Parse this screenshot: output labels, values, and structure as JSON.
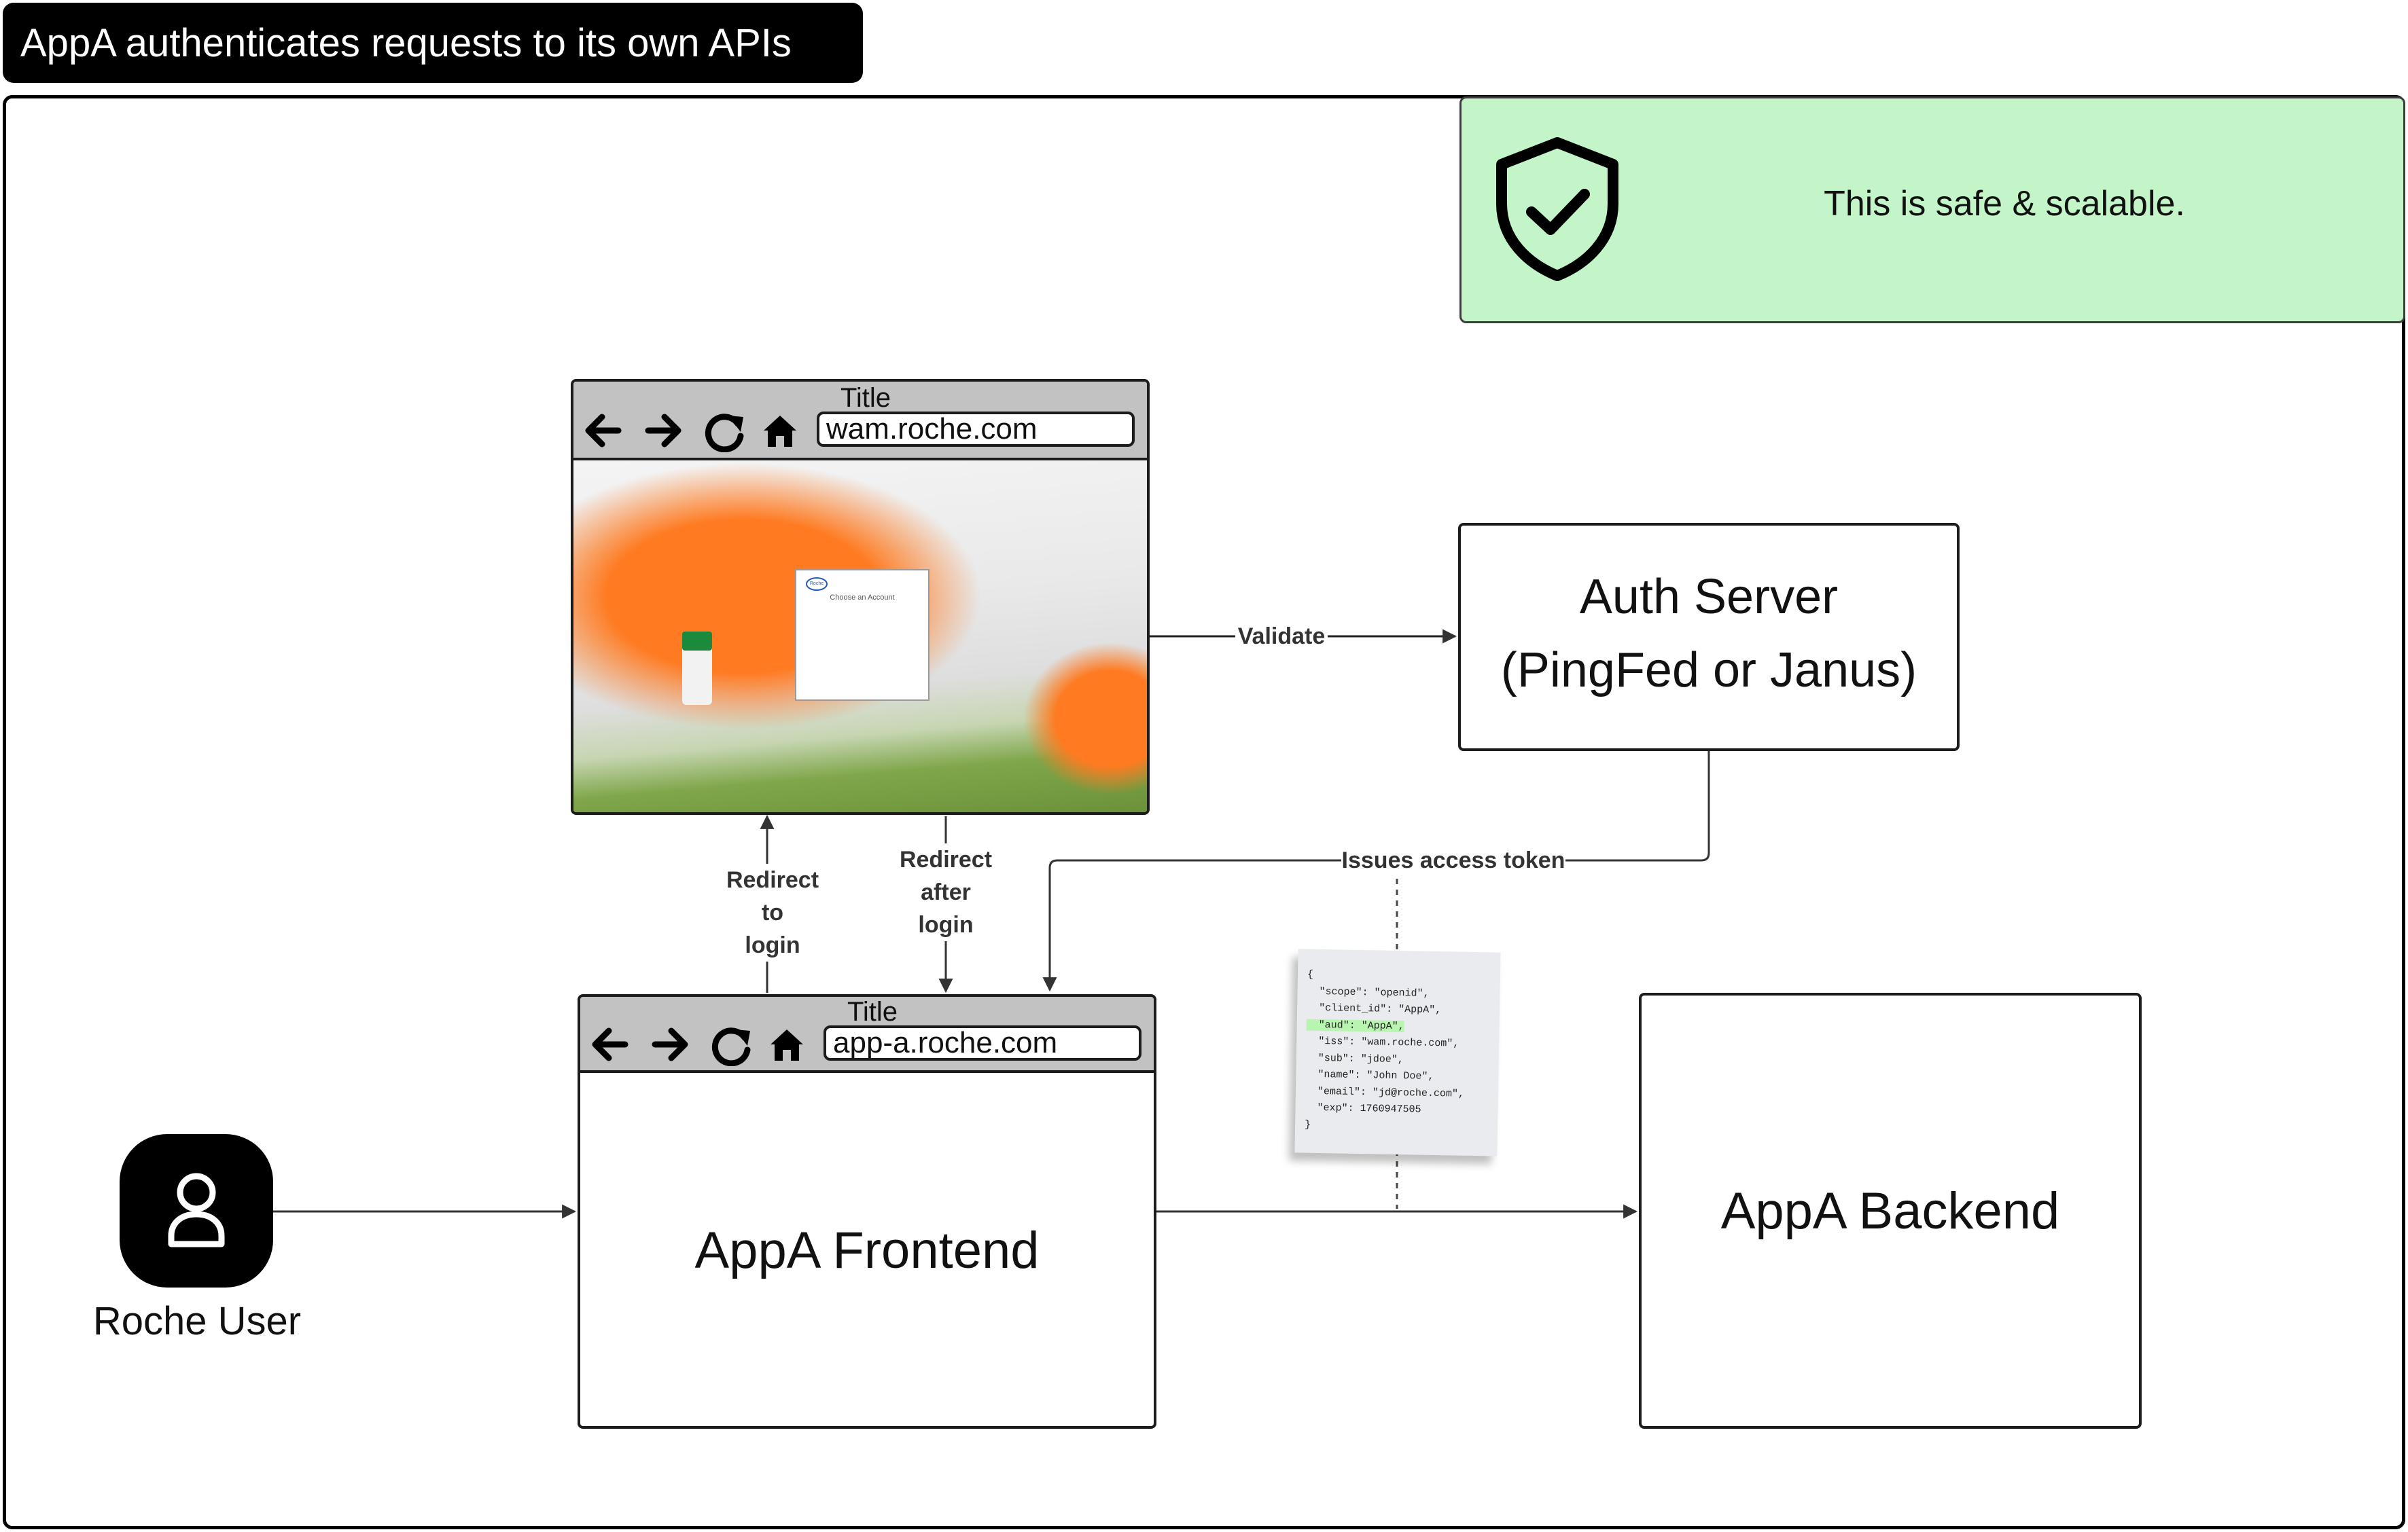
{
  "header": {
    "title": "AppA authenticates requests to its own APIs"
  },
  "note": {
    "text": "This is safe & scalable.",
    "icon": "shield-check-icon",
    "color": "#c4f5c8"
  },
  "wam_browser": {
    "title": "Title",
    "url": "wam.roche.com",
    "login_card_text": "Choose an Account",
    "logo_text": "Roche"
  },
  "app_browser": {
    "title": "Title",
    "url": "app-a.roche.com",
    "label": "AppA Frontend"
  },
  "auth_server": {
    "line1": "Auth Server",
    "line2": "(PingFed or Janus)"
  },
  "backend": {
    "label": "AppA Backend"
  },
  "user": {
    "label": "Roche User",
    "icon": "user-icon"
  },
  "edges": {
    "validate": "Validate",
    "redirect_to_login": [
      "Redirect",
      "to",
      "login"
    ],
    "redirect_after_login": [
      "Redirect",
      "after",
      "login"
    ],
    "issues_token": "Issues access token"
  },
  "token": {
    "lines": [
      "{",
      "  \"scope\": \"openid\",",
      "  \"client_id\": \"AppA\",",
      "  \"aud\": \"AppA\",",
      "  \"iss\": \"wam.roche.com\",",
      "  \"sub\": \"jdoe\",",
      "  \"name\": \"John Doe\",",
      "  \"email\": \"jd@roche.com\",",
      "  \"exp\": 1760947505",
      "}"
    ]
  }
}
